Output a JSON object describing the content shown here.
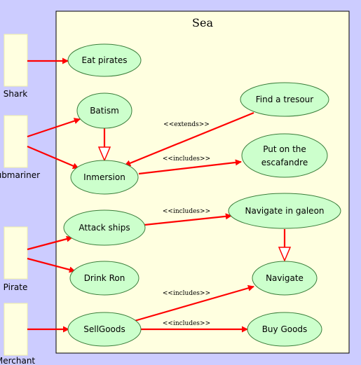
{
  "system": {
    "title": "Sea"
  },
  "actors": [
    {
      "id": "shark",
      "label": "Shark"
    },
    {
      "id": "submariner",
      "label": "Submariner"
    },
    {
      "id": "pirate",
      "label": "Pirate"
    },
    {
      "id": "merchant",
      "label": "Merchant"
    }
  ],
  "use_cases": [
    {
      "id": "eat-pirates",
      "lines": [
        "Eat pirates"
      ]
    },
    {
      "id": "batism",
      "lines": [
        "Batism"
      ]
    },
    {
      "id": "inmersion",
      "lines": [
        "Inmersion"
      ]
    },
    {
      "id": "find-a-tresour",
      "lines": [
        "Find a tresour"
      ]
    },
    {
      "id": "put-on-the-escafandre",
      "lines": [
        "Put on the",
        "escafandre"
      ]
    },
    {
      "id": "attack-ships",
      "lines": [
        "Attack ships"
      ]
    },
    {
      "id": "navigate-in-galeon",
      "lines": [
        "Navigate in galeon"
      ]
    },
    {
      "id": "drink-ron",
      "lines": [
        "Drink Ron"
      ]
    },
    {
      "id": "navigate",
      "lines": [
        "Navigate"
      ]
    },
    {
      "id": "sellgoods",
      "lines": [
        "SellGoods"
      ]
    },
    {
      "id": "buy-goods",
      "lines": [
        "Buy Goods"
      ]
    }
  ],
  "relations": [
    {
      "from": "shark",
      "to": "eat-pirates",
      "kind": "association"
    },
    {
      "from": "submariner",
      "to": "batism",
      "kind": "association"
    },
    {
      "from": "submariner",
      "to": "inmersion",
      "kind": "association"
    },
    {
      "from": "pirate",
      "to": "attack-ships",
      "kind": "association"
    },
    {
      "from": "pirate",
      "to": "drink-ron",
      "kind": "association"
    },
    {
      "from": "merchant",
      "to": "sellgoods",
      "kind": "association"
    },
    {
      "from": "batism",
      "to": "inmersion",
      "kind": "generalization"
    },
    {
      "from": "navigate-in-galeon",
      "to": "navigate",
      "kind": "generalization"
    },
    {
      "from": "find-a-tresour",
      "to": "inmersion",
      "kind": "extends",
      "label": "<<extends>>"
    },
    {
      "from": "inmersion",
      "to": "put-on-the-escafandre",
      "kind": "includes",
      "label": "<<includes>>"
    },
    {
      "from": "attack-ships",
      "to": "navigate-in-galeon",
      "kind": "includes",
      "label": "<<includes>>"
    },
    {
      "from": "sellgoods",
      "to": "navigate",
      "kind": "includes",
      "label": "<<includes>>"
    },
    {
      "from": "sellgoods",
      "to": "buy-goods",
      "kind": "includes",
      "label": "<<includes>>"
    }
  ],
  "colors": {
    "background": "#ccccff",
    "system_fill": "#ffffe0",
    "use_case_fill": "#ccffcc",
    "use_case_stroke": "#3a7d3a",
    "edge": "#ff0000",
    "actor_box": "#ffffe0"
  }
}
